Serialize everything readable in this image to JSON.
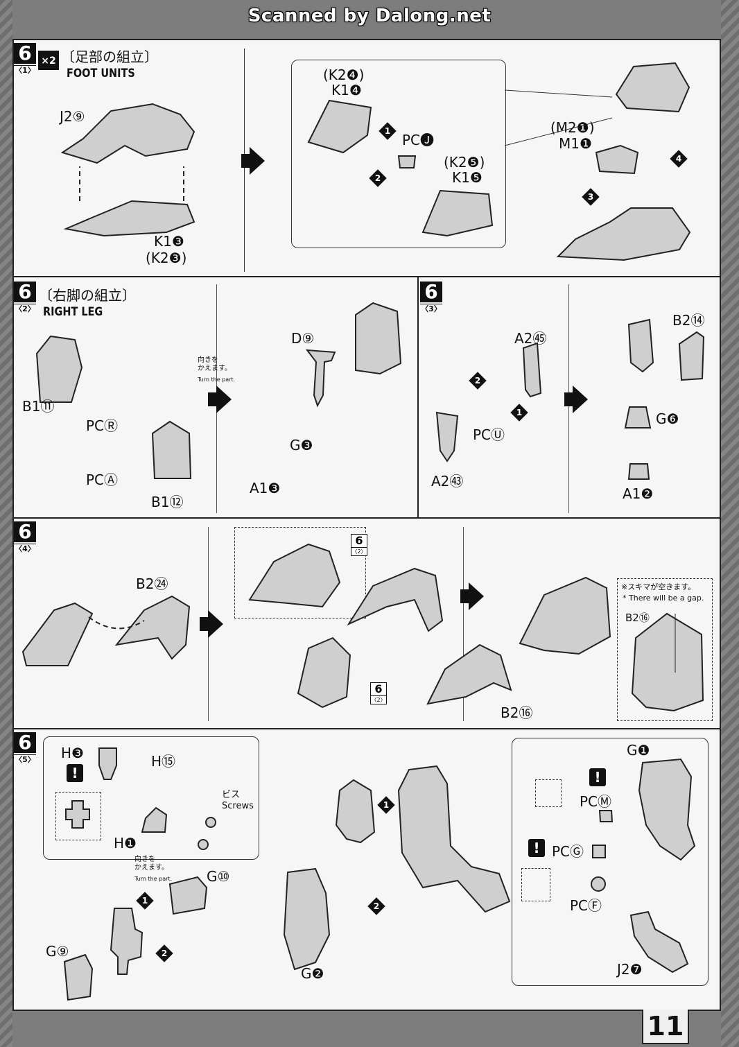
{
  "watermark": "Scanned by Dalong.net",
  "page_number": "11",
  "sections": {
    "s1": {
      "step": "6",
      "sub": "〈1〉",
      "multiplier": "×2",
      "title_jp": "〔足部の組立〕",
      "title_en": "FOOT UNITS",
      "labels": [
        "J2⑨",
        "K1❸",
        "(K2❸)",
        "(K2❹)",
        "K1❹",
        "PC🅙",
        "(K2❺)",
        "K1❺",
        "(M2❶)",
        "M1❶"
      ],
      "order": [
        "1",
        "2",
        "3",
        "4"
      ]
    },
    "s2": {
      "step": "6",
      "sub": "〈2〉",
      "title_jp": "〔右脚の組立〕",
      "title_en": "RIGHT LEG",
      "labels": [
        "B1⑪",
        "PCⓇ",
        "PCⒶ",
        "B1⑫",
        "D⑨",
        "G❸",
        "A1❸"
      ],
      "turn_jp": "向きを\nかえます。",
      "turn_en": "Turn the part."
    },
    "s3": {
      "step": "6",
      "sub": "〈3〉",
      "labels": [
        "A2㊺",
        "PCⓊ",
        "A2㊸",
        "B2⑭",
        "G❻",
        "A1❷"
      ],
      "order": [
        "1",
        "2"
      ]
    },
    "s4": {
      "step": "6",
      "sub": "〈4〉",
      "labels": [
        "B2㉔",
        "B2⑯",
        "B2⑯"
      ],
      "ref_step": "6",
      "ref_sub": "〈2〉",
      "gap_note_jp": "※スキマが空きます。",
      "gap_note_en": "* There will be a gap."
    },
    "s5": {
      "step": "6",
      "sub": "〈5〉",
      "labels": [
        "H❸",
        "H⑮",
        "H❶",
        "G⑩",
        "G⑨",
        "G❷",
        "G❶",
        "PCⓂ",
        "PCⒼ",
        "PCⒻ",
        "J2❼"
      ],
      "screws_jp": "ビス",
      "screws_en": "Screws",
      "turn_jp": "向きを\nかえます。",
      "turn_en": "Turn the part.",
      "order": [
        "1",
        "2"
      ]
    }
  }
}
